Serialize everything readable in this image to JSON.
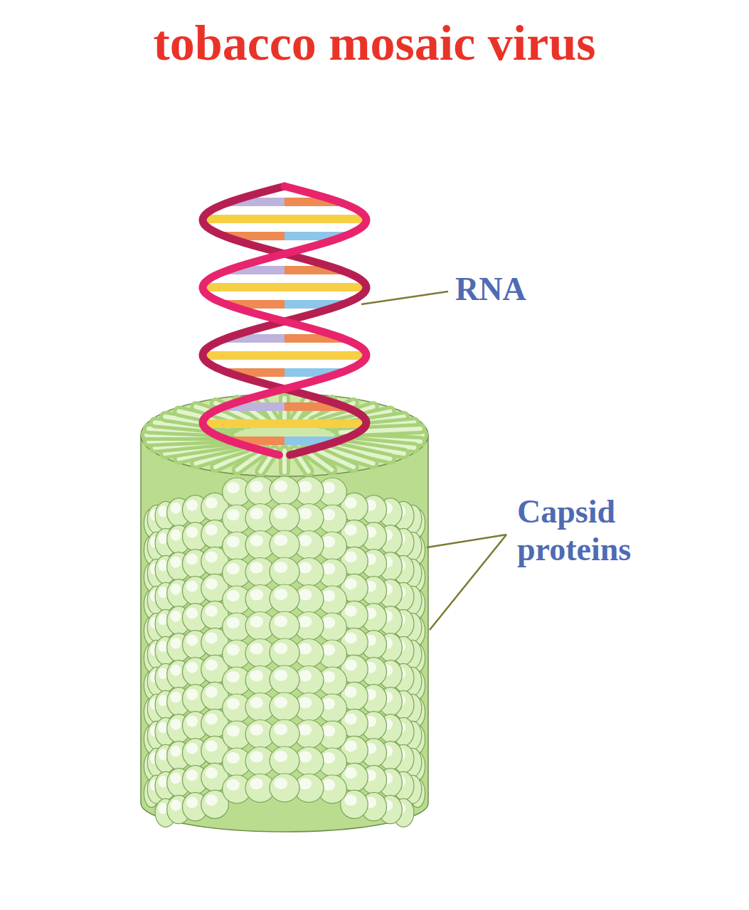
{
  "diagram": {
    "title": "tobacco mosaic virus",
    "labels": [
      "RNA",
      "Capsid proteins"
    ]
  }
}
